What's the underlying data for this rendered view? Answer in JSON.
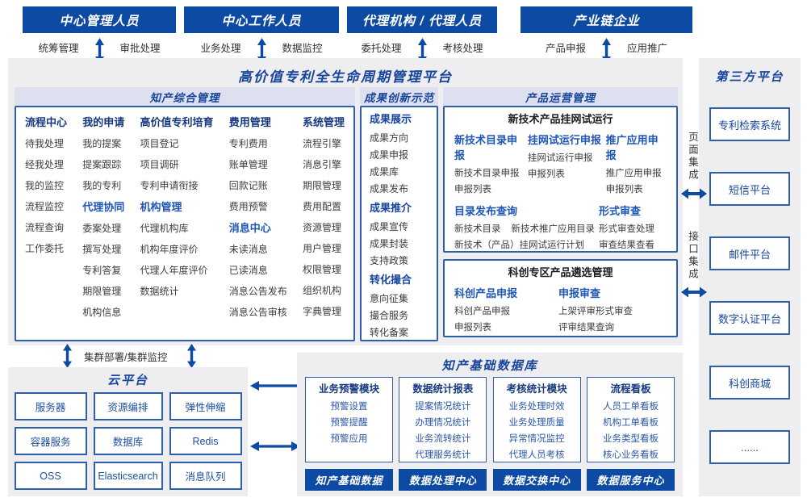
{
  "actors": [
    {
      "title": "中心管理人员",
      "labels": [
        "统筹管理",
        "审批处理"
      ]
    },
    {
      "title": "中心工作人员",
      "labels": [
        "业务处理",
        "数据监控"
      ]
    },
    {
      "title": "代理机构 / 代理人员",
      "labels": [
        "委托处理",
        "考核处理"
      ]
    },
    {
      "title": "产业链企业",
      "labels": [
        "产品申报",
        "应用推广"
      ]
    }
  ],
  "platform": {
    "title": "高价值专利全生命周期管理平台",
    "comprehensive": {
      "title": "知产综合管理",
      "columns": [
        {
          "groups": [
            {
              "header": "流程中心",
              "items": [
                "待我处理",
                "经我处理",
                "我的监控",
                "流程监控",
                "流程查询",
                "工作委托"
              ]
            }
          ]
        },
        {
          "groups": [
            {
              "header": "我的申请",
              "items": [
                "我的提案",
                "提案跟踪",
                "我的专利"
              ]
            },
            {
              "header": "代理协同",
              "items": [
                "委案处理",
                "撰写处理",
                "专利答复",
                "期限管理",
                "机构信息"
              ]
            }
          ]
        },
        {
          "groups": [
            {
              "header": "高价值专利培育",
              "items": [
                "项目登记",
                "项目调研",
                "专利申请衔接"
              ]
            },
            {
              "header": "机构管理",
              "items": [
                "代理机构库",
                "机构年度评价",
                "代理人年度评价",
                "数据统计"
              ]
            }
          ]
        },
        {
          "groups": [
            {
              "header": "费用管理",
              "items": [
                "专利费用",
                "账单管理",
                "回款记账",
                "费用预警"
              ]
            },
            {
              "header": "消息中心",
              "items": [
                "未读消息",
                "已读消息",
                "消息公告发布",
                "消息公告审核"
              ]
            }
          ]
        },
        {
          "groups": [
            {
              "header": "系统管理",
              "items": [
                "流程引擎",
                "消息引擎",
                "期限管理",
                "费用配置",
                "资源管理",
                "用户管理",
                "权限管理",
                "组织机构",
                "字典管理"
              ]
            }
          ]
        }
      ]
    },
    "innovation": {
      "title": "成果创新示范",
      "groups": [
        {
          "header": "成果展示",
          "items": [
            "成果方向",
            "成果申报",
            "成果库",
            "成果发布"
          ]
        },
        {
          "header": "成果推介",
          "items": [
            "成果宣传",
            "成果封装",
            "支持政策"
          ]
        },
        {
          "header": "转化撮合",
          "items": [
            "意向征集",
            "撮合服务",
            "转化备案"
          ]
        }
      ]
    },
    "product": {
      "title": "产品运营管理",
      "trial": {
        "title": "新技术产品挂网试运行",
        "row1": [
          {
            "header": "新技术目录申报",
            "items": [
              "新技术目录申报",
              "申报列表"
            ]
          },
          {
            "header": "挂网试运行申报",
            "items": [
              "挂网试运行申报",
              "申报列表"
            ]
          },
          {
            "header": "推广应用申报",
            "items": [
              "推广应用申报",
              "申报列表"
            ]
          }
        ],
        "row2": [
          {
            "header": "目录发布查询",
            "items": [
              "新技术目录",
              "新技术推广应用目录",
              "新技术（产品）挂网试运行计划"
            ]
          },
          {
            "header": "形式审查",
            "items": [
              "形式审查处理",
              "审查结果查看"
            ]
          }
        ]
      },
      "selection": {
        "title": "科创专区产品遴选管理",
        "groups": [
          {
            "header": "科创产品申报",
            "items": [
              "科创产品申报",
              "申报列表"
            ]
          },
          {
            "header": "申报审查",
            "items": [
              "上架评审形式审查",
              "评审结果查询"
            ]
          }
        ]
      }
    }
  },
  "third_party": {
    "title": "第三方平台",
    "boxes": [
      "专利检索系统",
      "短信平台",
      "邮件平台",
      "数字认证平台",
      "科创商城",
      "......"
    ]
  },
  "integration": {
    "page_label": "页面集成",
    "api_label": "接口集成"
  },
  "cluster_label": "集群部署/集群监控",
  "cloud": {
    "title": "云平台",
    "cells": [
      "服务器",
      "资源编排",
      "弹性伸缩",
      "容器服务",
      "数据库",
      "Redis",
      "OSS",
      "Elasticsearch",
      "消息队列"
    ]
  },
  "database": {
    "title": "知产基础数据库",
    "modules": [
      {
        "header": "业务预警模块",
        "items": [
          "预警设置",
          "预警提醒",
          "预警应用"
        ],
        "footer": "知产基础数据"
      },
      {
        "header": "数据统计报表",
        "items": [
          "提案情况统计",
          "办理情况统计",
          "业务流转统计",
          "代理服务统计"
        ],
        "footer": "数据处理中心"
      },
      {
        "header": "考核统计模块",
        "items": [
          "业务处理时效",
          "业务处理质量",
          "异常情况监控",
          "代理人员考核"
        ],
        "footer": "数据交换中心"
      },
      {
        "header": "流程看板",
        "items": [
          "人员工单看板",
          "机构工单看板",
          "业务类型看板",
          "核心业务看板"
        ],
        "footer": "数据服务中心"
      }
    ]
  },
  "colors": {
    "primary_blue": "#0c4aa3",
    "navy": "#16459b",
    "sub_blue": "#1f57b5",
    "strip_bg": "#dee0ef",
    "panel_bg": "#eeedf0",
    "border_blue": "#2e60a9",
    "item_gray": "#3d3d3d",
    "item_blue": "#2b57a8"
  }
}
